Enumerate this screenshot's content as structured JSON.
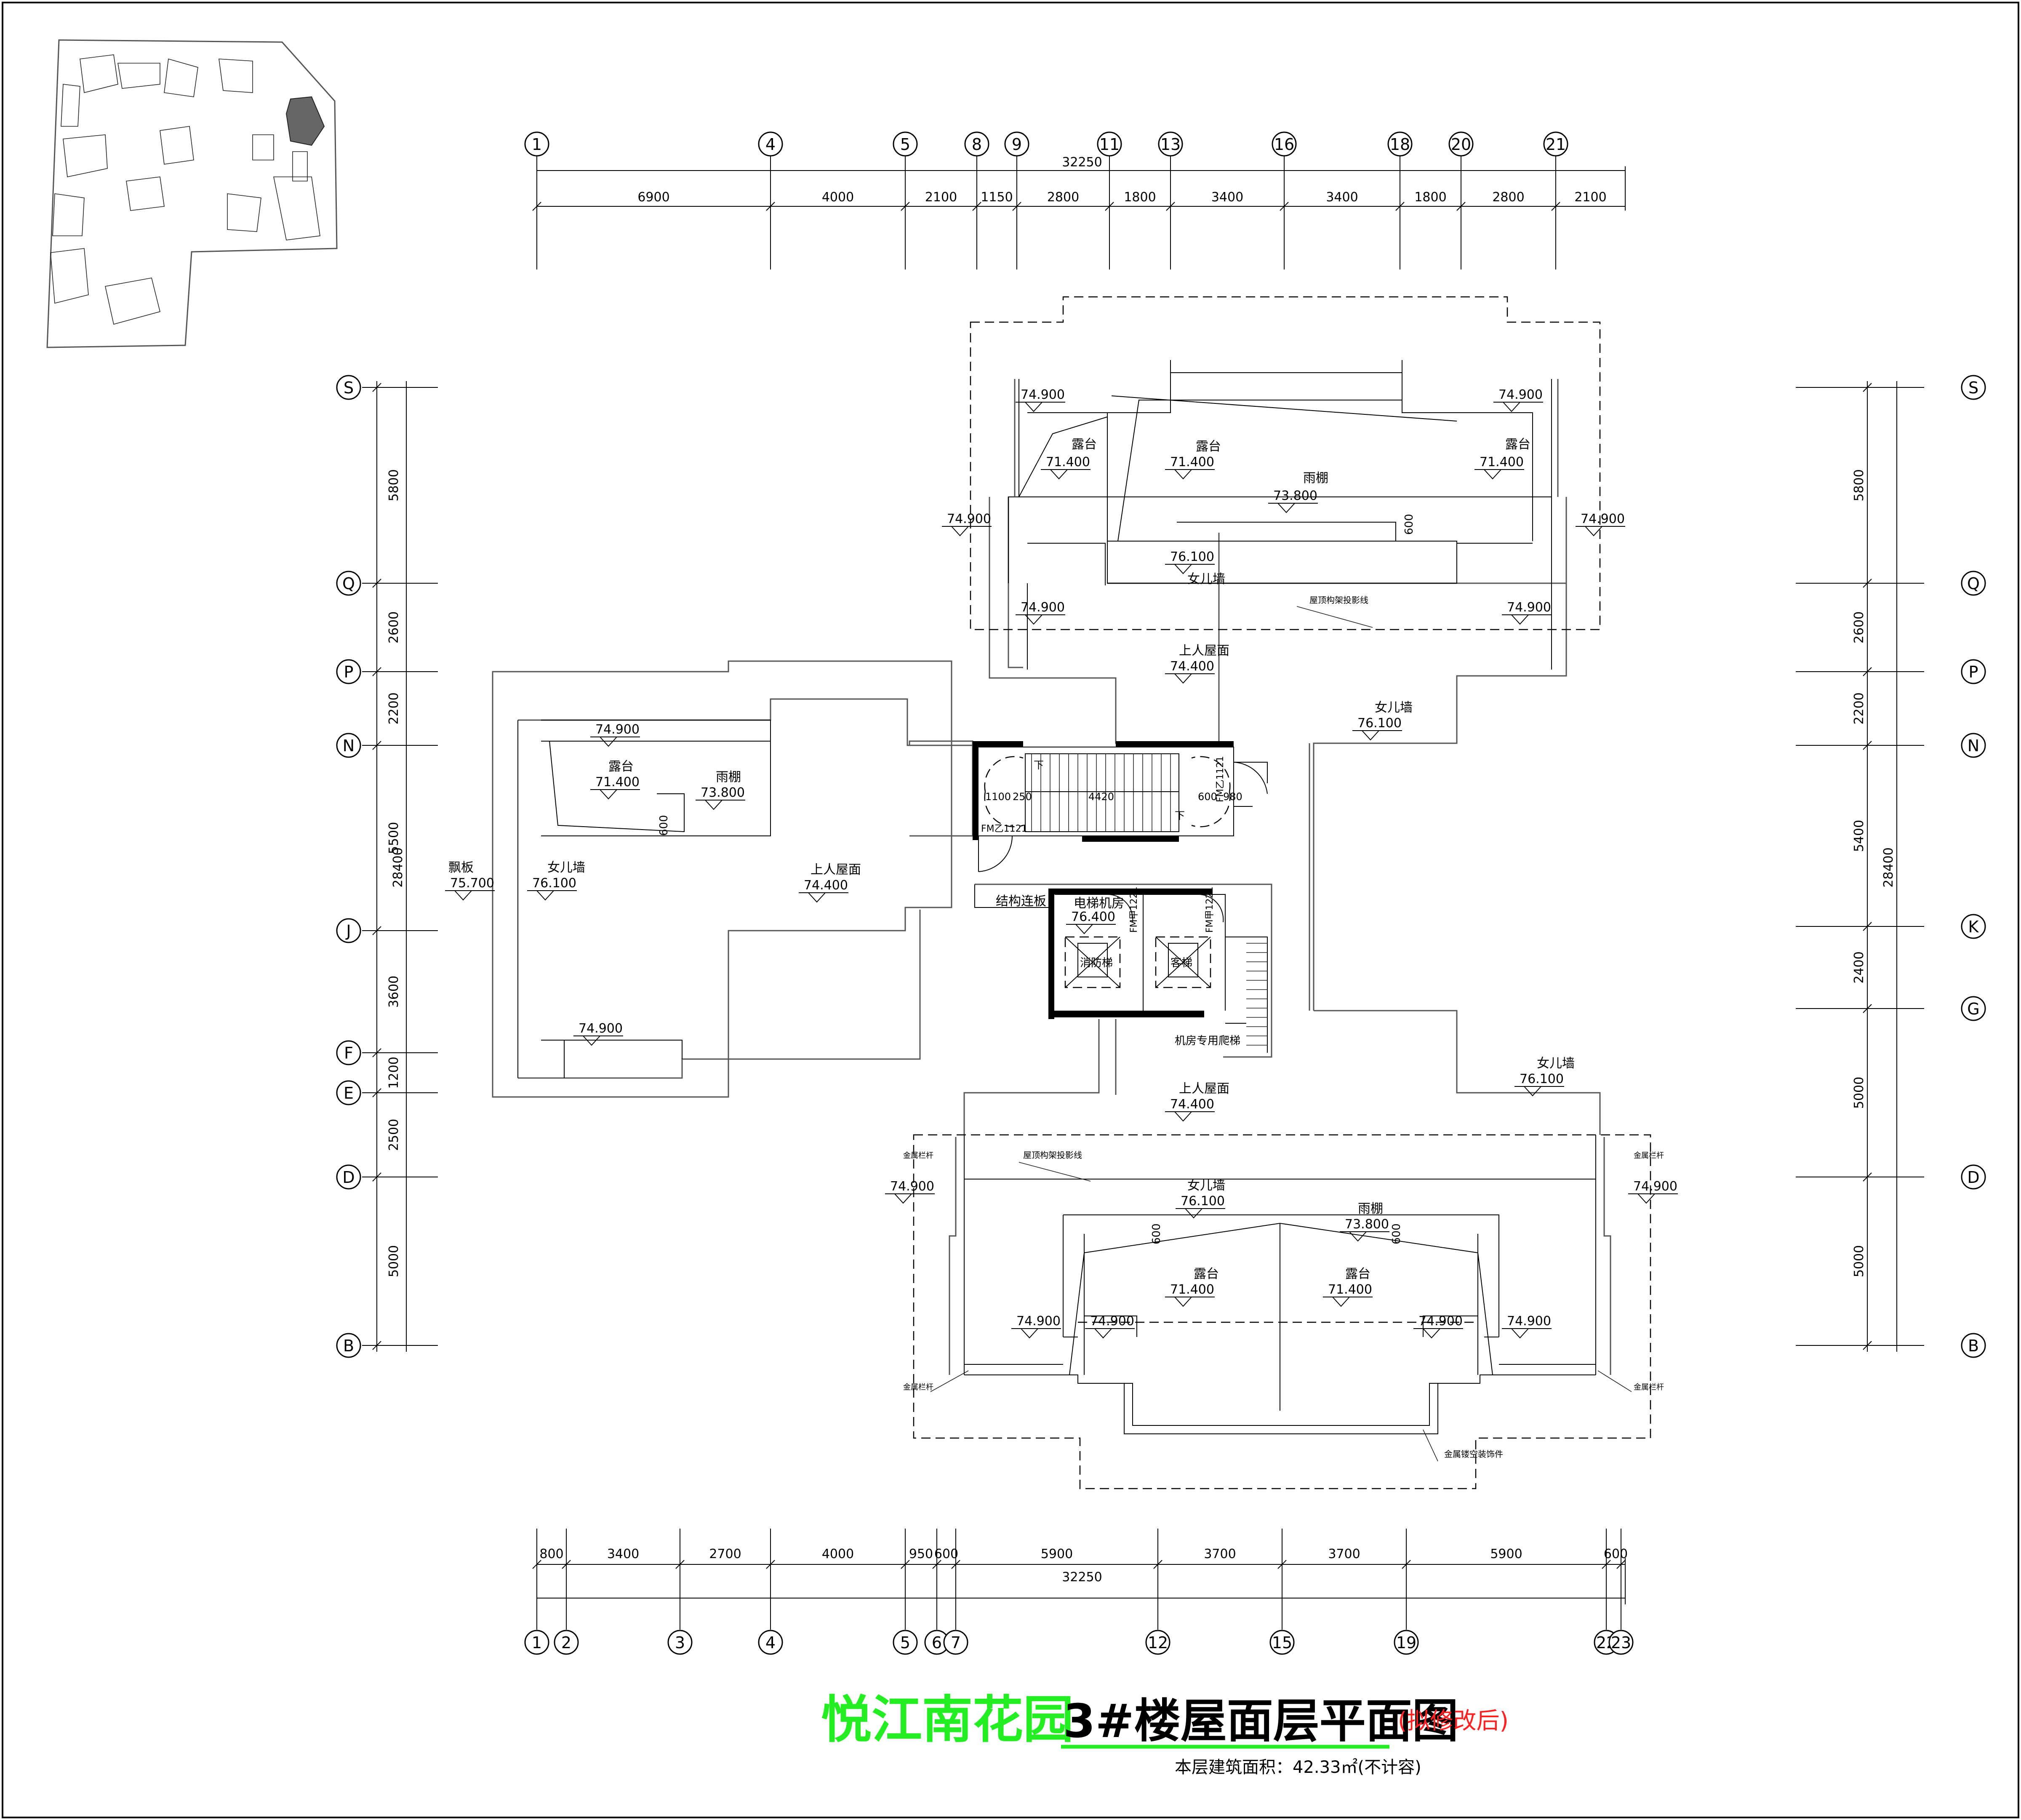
{
  "title": {
    "project": "悦江南花园",
    "sheet": "3#楼屋面层平面图",
    "note": "(拟修改后)",
    "area": "本层建筑面积：42.33㎡(不计容)"
  },
  "colors": {
    "project": "#22ee22",
    "underline": "#22ee22",
    "note": "#ff2020",
    "line": "#000000"
  },
  "top_axes": [
    "1",
    "4",
    "5",
    "8",
    "9",
    "11",
    "13",
    "16",
    "18",
    "20",
    "21"
  ],
  "top_total": "32250",
  "top_dims": [
    "6900",
    "4000",
    "2100",
    "1150",
    "2800",
    "1800",
    "3400",
    "3400",
    "1800",
    "2800",
    "2100"
  ],
  "bottom_axes": [
    "1",
    "2",
    "3",
    "4",
    "5",
    "6",
    "7",
    "12",
    "15",
    "19",
    "22",
    "23"
  ],
  "bottom_total": "32250",
  "bottom_dims": [
    "800",
    "3400",
    "2700",
    "4000",
    "950",
    "600",
    "5900",
    "3700",
    "3700",
    "5900",
    "600"
  ],
  "left_axes": [
    "S",
    "Q",
    "P",
    "N",
    "J",
    "F",
    "E",
    "D",
    "B"
  ],
  "left_dims": [
    "5800",
    "2600",
    "2200",
    "5500",
    "3600",
    "1200",
    "2500",
    "5000"
  ],
  "left_total": "28400",
  "right_axes": [
    "S",
    "Q",
    "P",
    "N",
    "K",
    "G",
    "D",
    "B"
  ],
  "right_dims": [
    "5800",
    "2600",
    "2200",
    "5400",
    "2400",
    "5000",
    "5000"
  ],
  "right_total": "28400",
  "elevations": {
    "e74900": "74.900",
    "e71400": "71.400",
    "e73800": "73.800",
    "e76100": "76.100",
    "e74400": "74.400",
    "e75700": "75.700",
    "e76400": "76.400"
  },
  "labels": {
    "terrace": "露台",
    "canopy": "雨棚",
    "parapet": "女儿墙",
    "roof": "上人屋面",
    "eave": "飘板",
    "beam": "结构连板",
    "machine_room": "电梯机房",
    "fire_lift": "消防梯",
    "lift": "客梯",
    "ladder": "机房专用爬梯",
    "deform_line": "屋顶构架投影线",
    "metal_rail": "金属栏杆",
    "metal_screen": "金属镂空装饰件",
    "door1": "FM乙1121",
    "door2": "FM甲1221",
    "down": "下",
    "d600": "600",
    "s1100": "1100",
    "s250": "250",
    "s4420": "4420",
    "s980": "980"
  }
}
